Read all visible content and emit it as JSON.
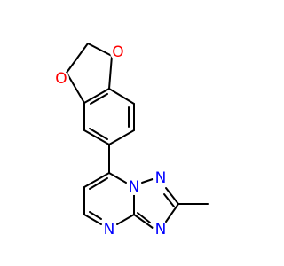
{
  "molecule": {
    "atoms": {
      "O1": {
        "symbol": "O",
        "color": "#ff0000"
      },
      "O2": {
        "symbol": "O",
        "color": "#ff0000"
      },
      "N1": {
        "symbol": "N",
        "color": "#0000ff"
      },
      "N2": {
        "symbol": "N",
        "color": "#0000ff"
      },
      "N3": {
        "symbol": "N",
        "color": "#0000ff"
      },
      "N4": {
        "symbol": "N",
        "color": "#0000ff"
      }
    }
  }
}
